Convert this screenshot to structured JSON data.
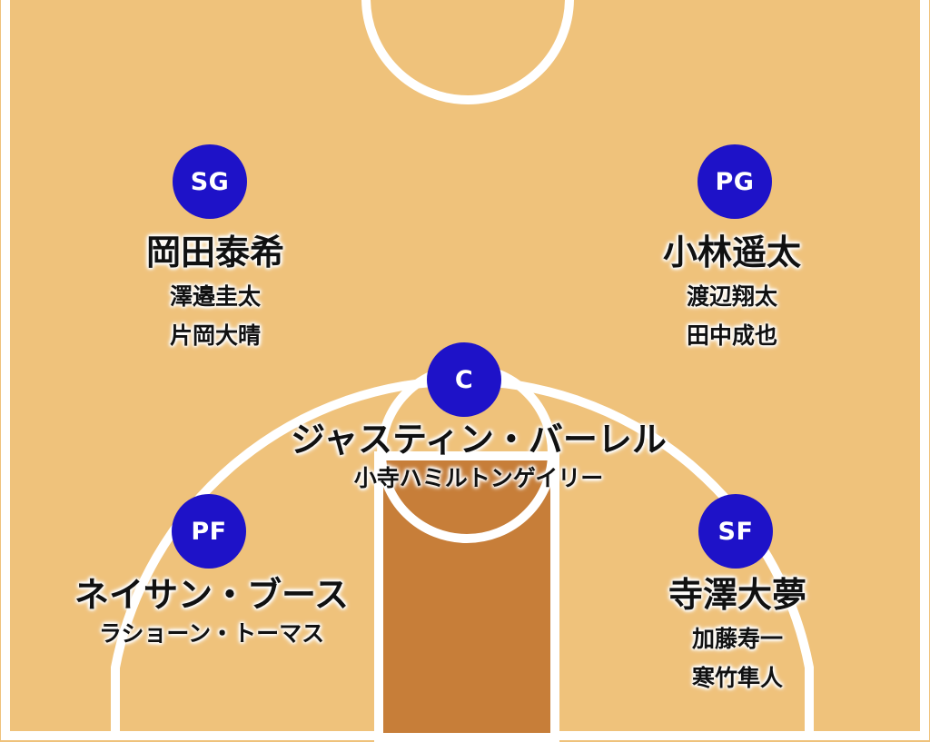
{
  "colors": {
    "court_floor": "#efc27b",
    "paint": "#c77e39",
    "court_lines": "#ffffff",
    "position_marker": "#1e12c8"
  },
  "positions": [
    {
      "id": "sg",
      "label": "SG",
      "starter": "岡田泰希",
      "reserves": [
        "澤邉圭太",
        "片岡大晴"
      ]
    },
    {
      "id": "pg",
      "label": "PG",
      "starter": "小林遥太",
      "reserves": [
        "渡辺翔太",
        "田中成也"
      ]
    },
    {
      "id": "c",
      "label": "C",
      "starter": "ジャスティン・バーレル",
      "reserves": [
        "小寺ハミルトンゲイリー"
      ]
    },
    {
      "id": "pf",
      "label": "PF",
      "starter": "ネイサン・ブース",
      "reserves": [
        "ラショーン・トーマス"
      ]
    },
    {
      "id": "sf",
      "label": "SF",
      "starter": "寺澤大夢",
      "reserves": [
        "加藤寿一",
        "寒竹隼人"
      ]
    }
  ]
}
